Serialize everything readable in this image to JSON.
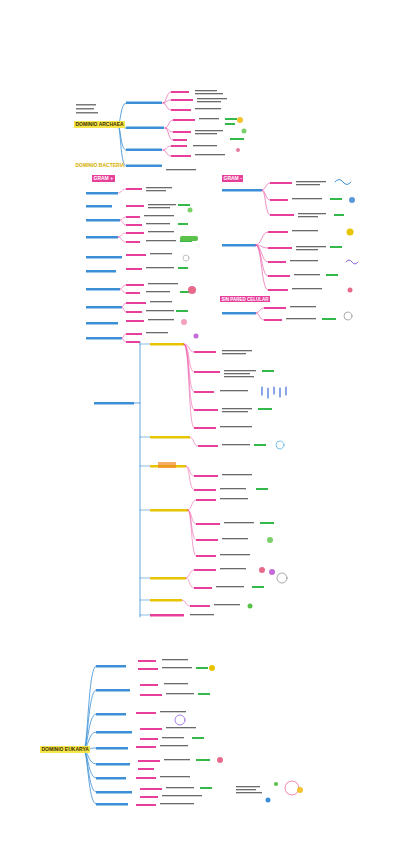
{
  "diagram": {
    "nodes": [
      {
        "text": [
          "DOMINIO ARCHAEA"
        ]
      },
      {
        "text": [
          "DOMINIO BACTERIA"
        ]
      },
      {
        "text": [
          "GRAM +"
        ]
      },
      {
        "text": [
          "GRAM -"
        ]
      },
      {
        "text": [
          "SIN PARED CELULAR"
        ]
      },
      {
        "text": [
          "DOMINIO EUKARYA"
        ]
      }
    ]
  }
}
